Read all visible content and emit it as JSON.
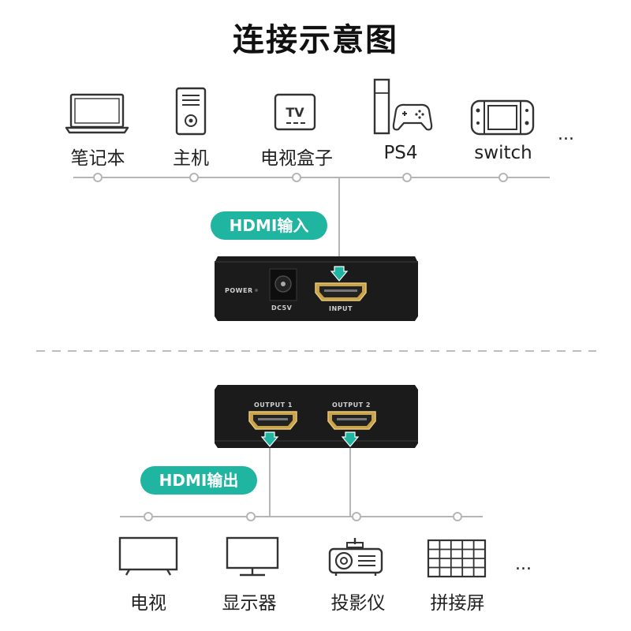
{
  "title": "连接示意图",
  "input_devices": [
    {
      "label": "笔记本",
      "icon": "laptop-icon"
    },
    {
      "label": "主机",
      "icon": "pc-tower-icon"
    },
    {
      "label": "电视盒子",
      "icon": "tv-box-icon",
      "icon_text": "TV"
    },
    {
      "label": "PS4",
      "icon": "ps4-console-icon"
    },
    {
      "label": "switch",
      "icon": "switch-console-icon"
    }
  ],
  "input_more": "...",
  "input_label": "HDMI输入",
  "input_box": {
    "power_label": "POWER",
    "dc_label": "DC5V",
    "input_label": "INPUT"
  },
  "output_box": {
    "output1_label": "OUTPUT 1",
    "output2_label": "OUTPUT 2"
  },
  "output_label": "HDMI输出",
  "output_devices": [
    {
      "label": "电视",
      "icon": "tv-icon"
    },
    {
      "label": "显示器",
      "icon": "monitor-icon"
    },
    {
      "label": "投影仪",
      "icon": "projector-icon"
    },
    {
      "label": "拼接屏",
      "icon": "video-wall-icon"
    }
  ],
  "output_more": "...",
  "colors": {
    "accent": "#1fb5a0",
    "line": "#b5b5b5",
    "device_box": "#1b1b1b",
    "hdmi_gold": "#d2aa4a"
  }
}
